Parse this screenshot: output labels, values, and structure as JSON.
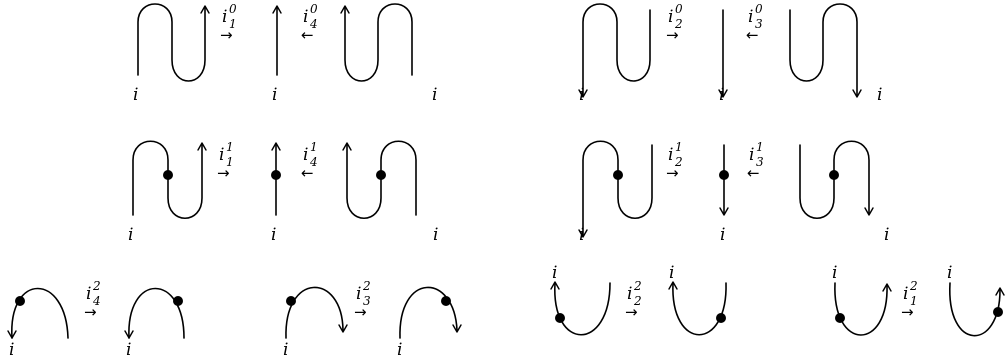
{
  "strand_label": "i",
  "maps": [
    {
      "id": "r1m1",
      "base": "i",
      "sub": "1",
      "sup": "0",
      "arrow": "→"
    },
    {
      "id": "r1m2",
      "base": "i",
      "sub": "4",
      "sup": "0",
      "arrow": "←"
    },
    {
      "id": "r1m3",
      "base": "i",
      "sub": "2",
      "sup": "0",
      "arrow": "→"
    },
    {
      "id": "r1m4",
      "base": "i",
      "sub": "3",
      "sup": "0",
      "arrow": "←"
    },
    {
      "id": "r2m1",
      "base": "i",
      "sub": "1",
      "sup": "1",
      "arrow": "→"
    },
    {
      "id": "r2m2",
      "base": "i",
      "sub": "4",
      "sup": "1",
      "arrow": "←"
    },
    {
      "id": "r2m3",
      "base": "i",
      "sub": "2",
      "sup": "1",
      "arrow": "→"
    },
    {
      "id": "r2m4",
      "base": "i",
      "sub": "3",
      "sup": "1",
      "arrow": "←"
    },
    {
      "id": "r3m1",
      "base": "i",
      "sub": "4",
      "sup": "2",
      "arrow": "→"
    },
    {
      "id": "r3m2",
      "base": "i",
      "sub": "3",
      "sup": "2",
      "arrow": "→"
    },
    {
      "id": "r3m3",
      "base": "i",
      "sub": "2",
      "sup": "2",
      "arrow": "→"
    },
    {
      "id": "r3m4",
      "base": "i",
      "sub": "1",
      "sup": "2",
      "arrow": "→"
    }
  ]
}
